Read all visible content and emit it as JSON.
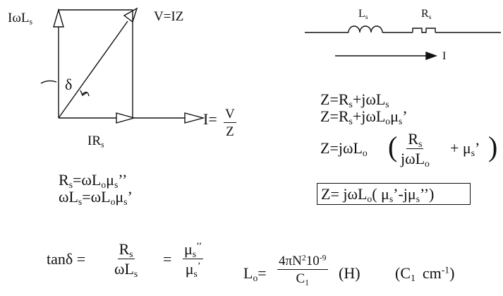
{
  "phasor": {
    "label_iwl": "IωL",
    "label_iwl_sub": "s",
    "label_v": "V=IZ",
    "label_delta": "δ",
    "label_irs": "IR",
    "label_irs_sub": "s",
    "label_i": "I=",
    "label_i_num": "V",
    "label_i_den": "Z"
  },
  "circuit": {
    "label_ls": "L",
    "label_ls_sub": "s",
    "label_rs": "R",
    "label_rs_sub": "s",
    "label_current": "I"
  },
  "equations": {
    "z1_a": "Z=R",
    "z1_a_sub": "s",
    "z1_b": "+jωL",
    "z1_b_sub": "s",
    "z2_a": "Z=R",
    "z2_a_sub": "s",
    "z2_b": "+jωL",
    "z2_b_sub": "o",
    "z2_c": "μ",
    "z2_c_sub": "s",
    "z2_d": "’",
    "z3_a": "Z=jωL",
    "z3_a_sub": "o",
    "z3_paren_l": "(",
    "z3_num": "R",
    "z3_num_sub": "s",
    "z3_den": "jωL",
    "z3_den_sub": "o",
    "z3_plus": "+ μ",
    "z3_plus_sub": "s",
    "z3_prime": "’",
    "z3_paren_r": ")",
    "zbox_a": "Z= jωL",
    "zbox_a_sub": "o",
    "zbox_b": "( μ",
    "zbox_b_sub": "s",
    "zbox_c": "’-jμ",
    "zbox_c_sub": "s",
    "zbox_d": "’’)",
    "rs_a": "R",
    "rs_a_sub": "s",
    "rs_b": "=ωL",
    "rs_b_sub": "o",
    "rs_c": "μ",
    "rs_c_sub": "s",
    "rs_d": "’’",
    "wl_a": "ωL",
    "wl_a_sub": "s",
    "wl_b": "=ωL",
    "wl_b_sub": "o",
    "wl_c": "μ",
    "wl_c_sub": "s",
    "wl_d": "’",
    "tan_lhs": "tanδ =",
    "tan_f1_num": "R",
    "tan_f1_num_sub": "s",
    "tan_f1_den": "ωL",
    "tan_f1_den_sub": "s",
    "tan_eq": "=",
    "tan_f2_num": "μ",
    "tan_f2_num_sub": "s",
    "tan_f2_num_sup": "’’",
    "tan_f2_den": "μ",
    "tan_f2_den_sub": "s",
    "tan_f2_den_sup": "’",
    "lo_lhs": "L",
    "lo_lhs_sub": "o",
    "lo_eq": "=",
    "lo_num": "4πN",
    "lo_num_sup1": "2",
    "lo_num_mid": "10",
    "lo_num_sup2": "-9",
    "lo_den": "C",
    "lo_den_sub": "1",
    "lo_unit": "(H)",
    "lo_c1": "(C",
    "lo_c1_sub": "1",
    "lo_c1_unit": "cm",
    "lo_c1_unit_sup": "-1",
    "lo_c1_close": ")"
  }
}
